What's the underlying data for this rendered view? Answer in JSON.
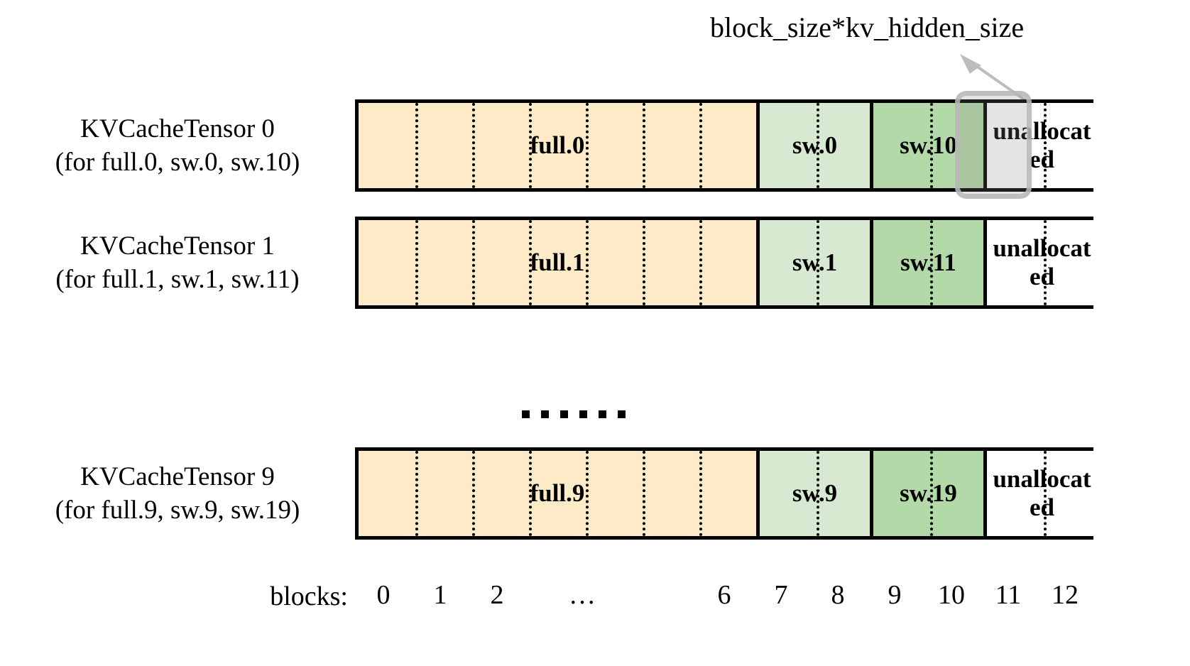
{
  "callout": {
    "label": "block_size*kv_hidden_size",
    "arrow_icon": "arrow-up-right-icon"
  },
  "highlight": {
    "target_block": 11,
    "color": "#B9B9B9"
  },
  "colors": {
    "full": "#FCEBC6",
    "sliding_window": "#D7E9D1",
    "sliding_window_alt": "#B4D9A8",
    "unallocated": "#FFFFFF",
    "border": "#000000"
  },
  "rows": [
    {
      "title": "KVCacheTensor 0",
      "subtitle": "(for full.0, sw.0, sw.10)",
      "segments": [
        {
          "label": "full.0",
          "kind": "full",
          "blocks": 7
        },
        {
          "label": "sw.0",
          "kind": "sw",
          "blocks": 2
        },
        {
          "label": "sw.10",
          "kind": "sw2",
          "blocks": 2
        },
        {
          "label": "unallocated",
          "kind": "unalloc",
          "blocks": 2
        }
      ]
    },
    {
      "title": "KVCacheTensor 1",
      "subtitle": "(for full.1, sw.1, sw.11)",
      "segments": [
        {
          "label": "full.1",
          "kind": "full",
          "blocks": 7
        },
        {
          "label": "sw.1",
          "kind": "sw",
          "blocks": 2
        },
        {
          "label": "sw.11",
          "kind": "sw2",
          "blocks": 2
        },
        {
          "label": "unallocated",
          "kind": "unalloc",
          "blocks": 2
        }
      ]
    },
    {
      "title": "KVCacheTensor 9",
      "subtitle": "(for full.9, sw.9, sw.19)",
      "segments": [
        {
          "label": "full.9",
          "kind": "full",
          "blocks": 7
        },
        {
          "label": "sw.9",
          "kind": "sw",
          "blocks": 2
        },
        {
          "label": "sw.19",
          "kind": "sw2",
          "blocks": 2
        },
        {
          "label": "unallocated",
          "kind": "unalloc",
          "blocks": 2
        }
      ]
    }
  ],
  "row_gap_ellipsis": "······",
  "axis": {
    "title": "blocks:",
    "ticks": [
      "0",
      "1",
      "2",
      "…",
      "6",
      "7",
      "8",
      "9",
      "10",
      "11",
      "12"
    ],
    "tick_block_index": [
      0,
      1,
      2,
      3.5,
      6,
      7,
      8,
      9,
      10,
      11,
      12
    ]
  }
}
